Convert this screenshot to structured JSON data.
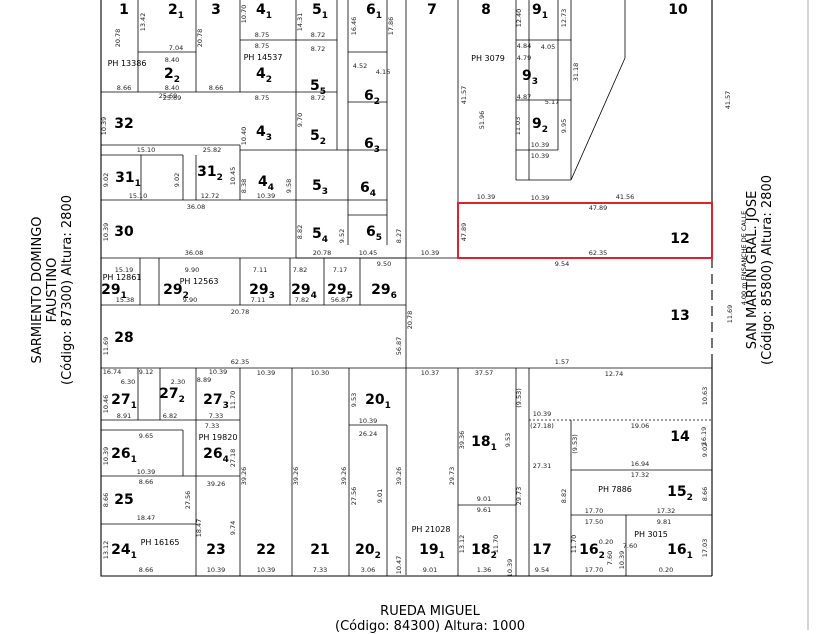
{
  "streets": {
    "left": {
      "name": "SARMIENTO DOMINGO FAUSTINO",
      "code": "(Código: 87300) Altura: 2800"
    },
    "right": {
      "name": "SAN MARTIN GRAL. JOSE",
      "code": "(Código: 85800) Altura: 2800"
    },
    "bottom": {
      "name": "RUEDA MIGUEL",
      "code": "(Código: 84300) Altura: 1000"
    },
    "widening": "4.00 m ENSANCHE DE CALLE"
  },
  "highlight_color": "#d9232d",
  "lots": [
    {
      "id": "l1",
      "label": "1"
    },
    {
      "id": "l2",
      "label": "2",
      "sub": "1"
    },
    {
      "id": "l3",
      "label": "3"
    },
    {
      "id": "l4a",
      "label": "4",
      "sub": "1"
    },
    {
      "id": "l5a",
      "label": "5",
      "sub": "1"
    },
    {
      "id": "l6a",
      "label": "6",
      "sub": "1"
    },
    {
      "id": "l7",
      "label": "7"
    },
    {
      "id": "l8",
      "label": "8"
    },
    {
      "id": "l9a",
      "label": "9",
      "sub": "1"
    },
    {
      "id": "l10",
      "label": "10"
    },
    {
      "id": "l2b",
      "label": "2",
      "sub": "2"
    },
    {
      "id": "l4b",
      "label": "4",
      "sub": "2"
    },
    {
      "id": "l5b",
      "label": "5",
      "sub": "5"
    },
    {
      "id": "l6b",
      "label": "6",
      "sub": "2"
    },
    {
      "id": "l9b",
      "label": "9",
      "sub": "3"
    },
    {
      "id": "l32",
      "label": "32"
    },
    {
      "id": "l4c",
      "label": "4",
      "sub": "3"
    },
    {
      "id": "l5c",
      "label": "5",
      "sub": "2"
    },
    {
      "id": "l6c",
      "label": "6",
      "sub": "3"
    },
    {
      "id": "l9c",
      "label": "9",
      "sub": "2"
    },
    {
      "id": "l31a",
      "label": "31",
      "sub": "1"
    },
    {
      "id": "l31b",
      "label": "31",
      "sub": "2"
    },
    {
      "id": "l4d",
      "label": "4",
      "sub": "4"
    },
    {
      "id": "l5d",
      "label": "5",
      "sub": "3"
    },
    {
      "id": "l6d",
      "label": "6",
      "sub": "4"
    },
    {
      "id": "l30",
      "label": "30"
    },
    {
      "id": "l5e",
      "label": "5",
      "sub": "4"
    },
    {
      "id": "l6e",
      "label": "6",
      "sub": "5"
    },
    {
      "id": "l12",
      "label": "12"
    },
    {
      "id": "l29a",
      "label": "29",
      "sub": "1"
    },
    {
      "id": "l29b",
      "label": "29",
      "sub": "2"
    },
    {
      "id": "l29c",
      "label": "29",
      "sub": "3"
    },
    {
      "id": "l29d",
      "label": "29",
      "sub": "4"
    },
    {
      "id": "l29e",
      "label": "29",
      "sub": "5"
    },
    {
      "id": "l29f",
      "label": "29",
      "sub": "6"
    },
    {
      "id": "l13",
      "label": "13"
    },
    {
      "id": "l28",
      "label": "28"
    },
    {
      "id": "l27a",
      "label": "27",
      "sub": "1"
    },
    {
      "id": "l27b",
      "label": "27",
      "sub": "2"
    },
    {
      "id": "l27c",
      "label": "27",
      "sub": "3"
    },
    {
      "id": "l20a",
      "label": "20",
      "sub": "1"
    },
    {
      "id": "l14",
      "label": "14"
    },
    {
      "id": "l26a",
      "label": "26",
      "sub": "1"
    },
    {
      "id": "l26b",
      "label": "26",
      "sub": "4"
    },
    {
      "id": "l18a",
      "label": "18",
      "sub": "1"
    },
    {
      "id": "l15",
      "label": "15",
      "sub": "2"
    },
    {
      "id": "l25",
      "label": "25"
    },
    {
      "id": "l24",
      "label": "24",
      "sub": "1"
    },
    {
      "id": "l23",
      "label": "23"
    },
    {
      "id": "l22",
      "label": "22"
    },
    {
      "id": "l21",
      "label": "21"
    },
    {
      "id": "l20b",
      "label": "20",
      "sub": "2"
    },
    {
      "id": "l19",
      "label": "19",
      "sub": "1"
    },
    {
      "id": "l18b",
      "label": "18",
      "sub": "2"
    },
    {
      "id": "l17",
      "label": "17"
    },
    {
      "id": "l16a",
      "label": "16",
      "sub": "2"
    },
    {
      "id": "l16b",
      "label": "16",
      "sub": "1"
    }
  ],
  "ph_labels": [
    {
      "id": "ph1",
      "text": "PH 13386"
    },
    {
      "id": "ph2",
      "text": "PH 14537"
    },
    {
      "id": "ph3",
      "text": "PH 3079"
    },
    {
      "id": "ph4",
      "text": "PH 12861"
    },
    {
      "id": "ph5",
      "text": "PH 12563"
    },
    {
      "id": "ph6",
      "text": "PH 19820"
    },
    {
      "id": "ph7",
      "text": "PH 7886"
    },
    {
      "id": "ph8",
      "text": "PH 16165"
    },
    {
      "id": "ph9",
      "text": "PH 21028"
    },
    {
      "id": "ph10",
      "text": "PH 3015"
    }
  ],
  "measures": [
    {
      "id": "m1",
      "text": "20.78"
    },
    {
      "id": "m2",
      "text": "13.42"
    },
    {
      "id": "m3",
      "text": "20.78"
    },
    {
      "id": "m4",
      "text": "7.04"
    },
    {
      "id": "m5",
      "text": "10.70"
    },
    {
      "id": "m6",
      "text": "8.75"
    },
    {
      "id": "m7",
      "text": "8.75"
    },
    {
      "id": "m8",
      "text": "14.31"
    },
    {
      "id": "m9",
      "text": "8.72"
    },
    {
      "id": "m10",
      "text": "8.72"
    },
    {
      "id": "m11",
      "text": "16.46"
    },
    {
      "id": "m12",
      "text": "17.86"
    },
    {
      "id": "m13",
      "text": "12.40"
    },
    {
      "id": "m14",
      "text": "12.73"
    },
    {
      "id": "m15",
      "text": "8.40"
    },
    {
      "id": "m16",
      "text": "8.66"
    },
    {
      "id": "m17",
      "text": "8.40"
    },
    {
      "id": "m18",
      "text": "8.66"
    },
    {
      "id": "m19",
      "text": "25.69"
    },
    {
      "id": "m20",
      "text": "8.75"
    },
    {
      "id": "m21",
      "text": "8.72"
    },
    {
      "id": "m22",
      "text": "4.52"
    },
    {
      "id": "m23",
      "text": "4.16"
    },
    {
      "id": "m24",
      "text": "41.57"
    },
    {
      "id": "m25",
      "text": "51.96"
    },
    {
      "id": "m26",
      "text": "4.84"
    },
    {
      "id": "m27",
      "text": "4.05"
    },
    {
      "id": "m28",
      "text": "4.79"
    },
    {
      "id": "m29",
      "text": "4.87"
    },
    {
      "id": "m30",
      "text": "5.17"
    },
    {
      "id": "m31",
      "text": "31.18"
    },
    {
      "id": "m32",
      "text": "41.57"
    },
    {
      "id": "m33",
      "text": "10.39"
    },
    {
      "id": "m34",
      "text": "25.69"
    },
    {
      "id": "m35",
      "text": "15.10"
    },
    {
      "id": "m36",
      "text": "25.82"
    },
    {
      "id": "m37",
      "text": "9.70"
    },
    {
      "id": "m38",
      "text": "10.40"
    },
    {
      "id": "m39",
      "text": "11.03"
    },
    {
      "id": "m40",
      "text": "9.95"
    },
    {
      "id": "m41",
      "text": "10.39"
    },
    {
      "id": "m42",
      "text": "10.39"
    },
    {
      "id": "m43",
      "text": "9.02"
    },
    {
      "id": "m44",
      "text": "9.02"
    },
    {
      "id": "m45",
      "text": "10.45"
    },
    {
      "id": "m46",
      "text": "8.38"
    },
    {
      "id": "m47",
      "text": "9.58"
    },
    {
      "id": "m48",
      "text": "10.39"
    },
    {
      "id": "m49",
      "text": "15.10"
    },
    {
      "id": "m50",
      "text": "12.72"
    },
    {
      "id": "m51",
      "text": "36.08"
    },
    {
      "id": "m52",
      "text": "41.56"
    },
    {
      "id": "m53",
      "text": "47.89"
    },
    {
      "id": "m54",
      "text": "10.39"
    },
    {
      "id": "m55",
      "text": "10.39"
    },
    {
      "id": "m56",
      "text": "8.82"
    },
    {
      "id": "m57",
      "text": "9.52"
    },
    {
      "id": "m58",
      "text": "8.27"
    },
    {
      "id": "m59",
      "text": "36.08"
    },
    {
      "id": "m60",
      "text": "10.39"
    },
    {
      "id": "m61",
      "text": "10.45"
    },
    {
      "id": "m62",
      "text": "10.39"
    },
    {
      "id": "m63",
      "text": "47.89"
    },
    {
      "id": "m64",
      "text": "62.35"
    },
    {
      "id": "m65",
      "text": "9.54"
    },
    {
      "id": "m66",
      "text": "15.19"
    },
    {
      "id": "m67",
      "text": "9.90"
    },
    {
      "id": "m68",
      "text": "7.11"
    },
    {
      "id": "m69",
      "text": "7.82"
    },
    {
      "id": "m70",
      "text": "7.17"
    },
    {
      "id": "m71",
      "text": "9.50"
    },
    {
      "id": "m72",
      "text": "15.38"
    },
    {
      "id": "m73",
      "text": "9.90"
    },
    {
      "id": "m74",
      "text": "7.11"
    },
    {
      "id": "m75",
      "text": "7.82"
    },
    {
      "id": "m76",
      "text": "56.87"
    },
    {
      "id": "m77",
      "text": "20.78"
    },
    {
      "id": "m78",
      "text": "20.78"
    },
    {
      "id": "m79",
      "text": "11.69"
    },
    {
      "id": "m80",
      "text": "11.69"
    },
    {
      "id": "m81",
      "text": "56.87"
    },
    {
      "id": "m82",
      "text": "62.35"
    },
    {
      "id": "m83",
      "text": "1.57"
    },
    {
      "id": "m84",
      "text": "16.74"
    },
    {
      "id": "m85",
      "text": "9.12"
    },
    {
      "id": "m86",
      "text": "10.39"
    },
    {
      "id": "m87",
      "text": "10.39"
    },
    {
      "id": "m88",
      "text": "10.30"
    },
    {
      "id": "m89",
      "text": "10.37"
    },
    {
      "id": "m90",
      "text": "37.57"
    },
    {
      "id": "m91",
      "text": "12.74"
    },
    {
      "id": "m92",
      "text": "6.30"
    },
    {
      "id": "m93",
      "text": "2.30"
    },
    {
      "id": "m94",
      "text": "8.89"
    },
    {
      "id": "m95",
      "text": "10.46"
    },
    {
      "id": "m96",
      "text": "11.70"
    },
    {
      "id": "m97",
      "text": "9.53"
    },
    {
      "id": "m98",
      "text": "(9.53)"
    },
    {
      "id": "m99",
      "text": "10.63"
    },
    {
      "id": "m100",
      "text": "8.91"
    },
    {
      "id": "m101",
      "text": "6.82"
    },
    {
      "id": "m102",
      "text": "7.33"
    },
    {
      "id": "m103",
      "text": "10.39"
    },
    {
      "id": "m104",
      "text": "10.39"
    },
    {
      "id": "m105",
      "text": "(27.18)"
    },
    {
      "id": "m106",
      "text": "19.06"
    },
    {
      "id": "m107",
      "text": "16.19"
    },
    {
      "id": "m108",
      "text": "9.65"
    },
    {
      "id": "m109",
      "text": "7.33"
    },
    {
      "id": "m110",
      "text": "26.24"
    },
    {
      "id": "m111",
      "text": "39.36"
    },
    {
      "id": "m112",
      "text": "9.53"
    },
    {
      "id": "m113",
      "text": "(9.53)"
    },
    {
      "id": "m114",
      "text": "9.02"
    },
    {
      "id": "m115",
      "text": "10.39"
    },
    {
      "id": "m116",
      "text": "27.18"
    },
    {
      "id": "m117",
      "text": "16.94"
    },
    {
      "id": "m118",
      "text": "10.39"
    },
    {
      "id": "m119",
      "text": "27.31"
    },
    {
      "id": "m120",
      "text": "17.32"
    },
    {
      "id": "m121",
      "text": "8.66"
    },
    {
      "id": "m122",
      "text": "39.26"
    },
    {
      "id": "m123",
      "text": "39.26"
    },
    {
      "id": "m124",
      "text": "39.26"
    },
    {
      "id": "m125",
      "text": "39.26"
    },
    {
      "id": "m126",
      "text": "39.26"
    },
    {
      "id": "m127",
      "text": "29.73"
    },
    {
      "id": "m128",
      "text": "29.73"
    },
    {
      "id": "m129",
      "text": "8.82"
    },
    {
      "id": "m130",
      "text": "8.66"
    },
    {
      "id": "m131",
      "text": "8.66"
    },
    {
      "id": "m132",
      "text": "27.56"
    },
    {
      "id": "m133",
      "text": "27.56"
    },
    {
      "id": "m134",
      "text": "9.01"
    },
    {
      "id": "m135",
      "text": "9.01"
    },
    {
      "id": "m136",
      "text": "9.61"
    },
    {
      "id": "m137",
      "text": "17.70"
    },
    {
      "id": "m138",
      "text": "17.32"
    },
    {
      "id": "m139",
      "text": "18.47"
    },
    {
      "id": "m140",
      "text": "18.47"
    },
    {
      "id": "m141",
      "text": "9.74"
    },
    {
      "id": "m142",
      "text": "17.50"
    },
    {
      "id": "m143",
      "text": "9.81"
    },
    {
      "id": "m144",
      "text": "13.12"
    },
    {
      "id": "m145",
      "text": "13.12"
    },
    {
      "id": "m146",
      "text": "11.70"
    },
    {
      "id": "m147",
      "text": "11.70"
    },
    {
      "id": "m148",
      "text": "17.03"
    },
    {
      "id": "m149",
      "text": "8.66"
    },
    {
      "id": "m150",
      "text": "10.39"
    },
    {
      "id": "m151",
      "text": "10.39"
    },
    {
      "id": "m152",
      "text": "7.33"
    },
    {
      "id": "m153",
      "text": "3.06"
    },
    {
      "id": "m154",
      "text": "10.47"
    },
    {
      "id": "m155",
      "text": "9.01"
    },
    {
      "id": "m156",
      "text": "1.36"
    },
    {
      "id": "m157",
      "text": "10.39"
    },
    {
      "id": "m158",
      "text": "9.54"
    },
    {
      "id": "m159",
      "text": "17.70"
    },
    {
      "id": "m160",
      "text": "0.20"
    },
    {
      "id": "m161",
      "text": "0.20"
    },
    {
      "id": "m162",
      "text": "7.60"
    },
    {
      "id": "m163",
      "text": "7.60"
    },
    {
      "id": "m164",
      "text": "10.39"
    },
    {
      "id": "m165",
      "text": "20.78"
    }
  ]
}
